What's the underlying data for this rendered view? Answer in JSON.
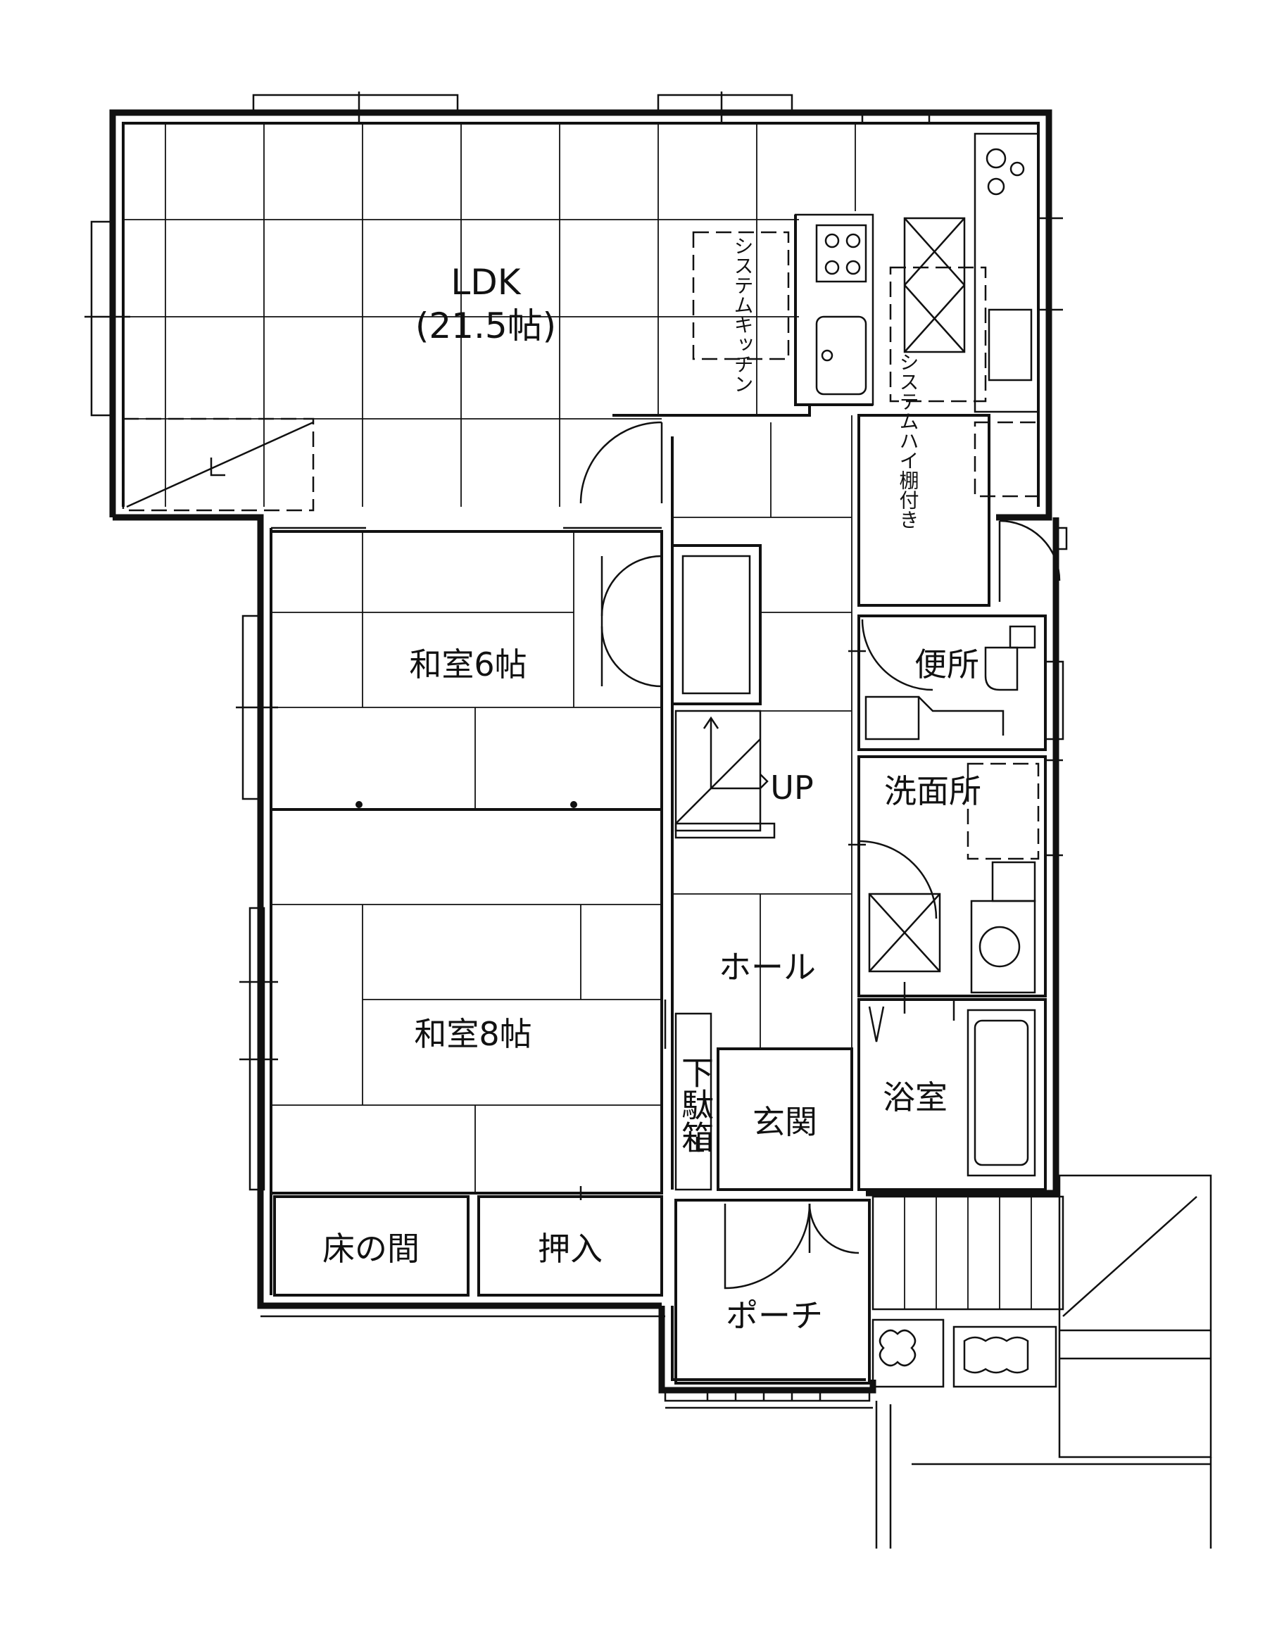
{
  "rooms": {
    "ldk": {
      "name": "LDK",
      "size": "(21.5帖)"
    },
    "washitsu6": {
      "name": "和室6帖"
    },
    "washitsu8": {
      "name": "和室8帖"
    },
    "tokonoma": {
      "name": "床の間"
    },
    "oshiire": {
      "name": "押入"
    },
    "hall": {
      "name": "ホール"
    },
    "genkan": {
      "name": "玄関"
    },
    "geta": {
      "name": "下駄箱"
    },
    "porch": {
      "name": "ポーチ"
    },
    "toilet": {
      "name": "便所"
    },
    "senmen": {
      "name": "洗面所"
    },
    "yokushitsu": {
      "name": "浴室"
    },
    "stairs": {
      "name": "UP"
    }
  },
  "fixtures": {
    "system_kitchen": "システムキッチン",
    "system_cabinet": "システムハイ棚付き"
  }
}
